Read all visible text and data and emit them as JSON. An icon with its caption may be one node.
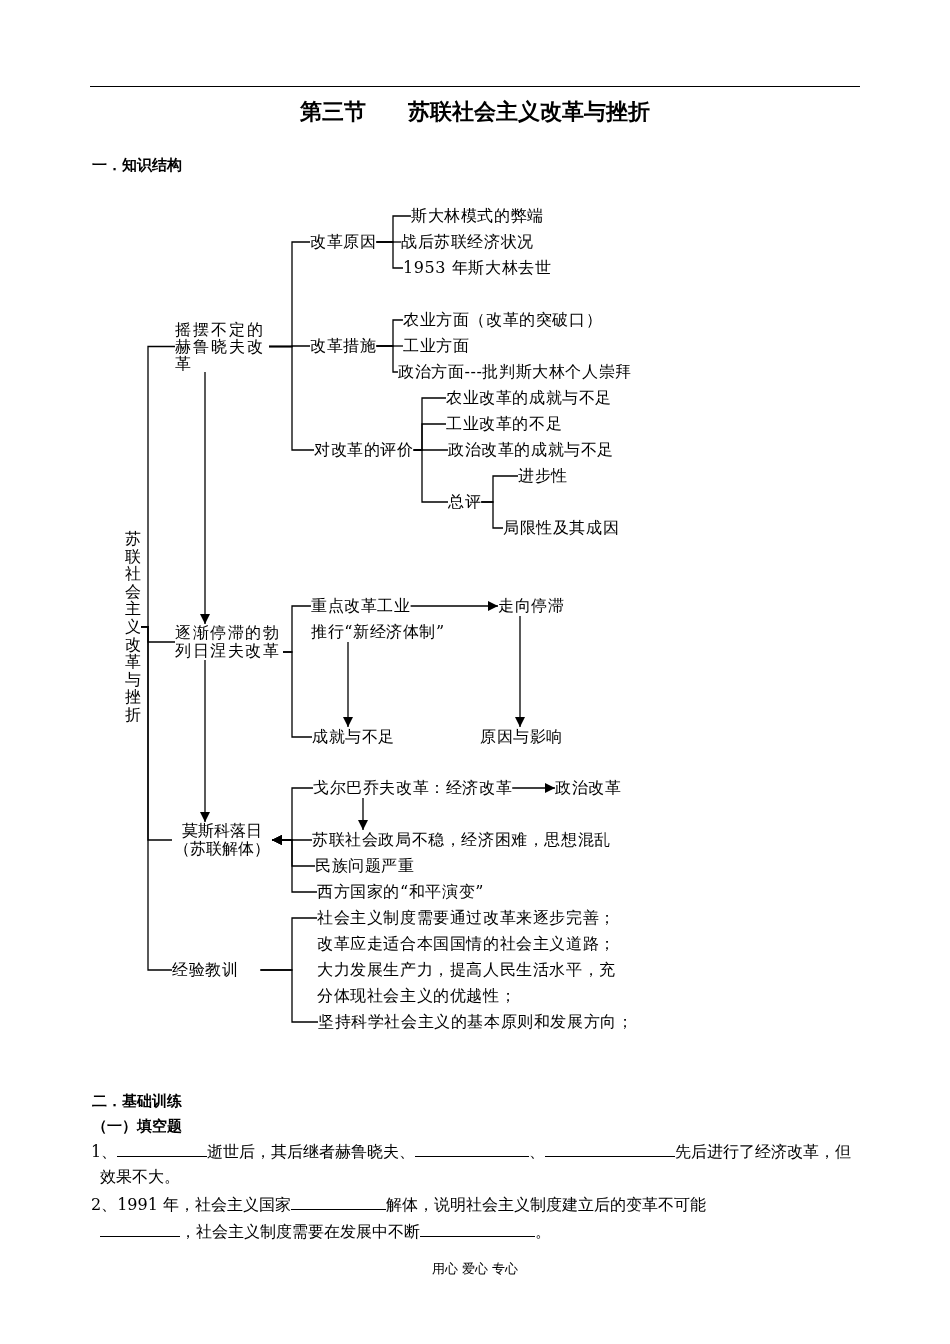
{
  "diagram": {
    "title": "第三节 苏联社会主义改革与挫折",
    "nodes": [
      {
        "text": [
          "苏联社会主义改革与挫折"
        ]
      },
      {
        "text": [
          "摇摆不定的赫鲁晓夫改革"
        ]
      },
      {
        "text": [
          "改革原因"
        ]
      },
      {
        "text": [
          "斯大林模式的弊端"
        ]
      },
      {
        "text": [
          "战后苏联经济状况"
        ]
      },
      {
        "text": [
          "1953 年斯大林去世"
        ]
      },
      {
        "text": [
          "改革措施"
        ]
      },
      {
        "text": [
          "农业方面（改革的突破口）"
        ]
      },
      {
        "text": [
          "工业方面"
        ]
      },
      {
        "text": [
          "政治方面---批判斯大林个人崇拜"
        ]
      },
      {
        "text": [
          "对改革的评价"
        ]
      },
      {
        "text": [
          "农业改革的成就与不足"
        ]
      },
      {
        "text": [
          "工业改革的不足"
        ]
      },
      {
        "text": [
          "政治改革的成就与不足"
        ]
      },
      {
        "text": [
          "总评"
        ]
      },
      {
        "text": [
          "进步性"
        ]
      },
      {
        "text": [
          "局限性及其成因"
        ]
      },
      {
        "text": [
          "逐渐停滞的勃列日涅夫改革"
        ]
      },
      {
        "text": [
          "重点改革工业"
        ]
      },
      {
        "text": [
          "推行“新经济体制”"
        ]
      },
      {
        "text": [
          "走向停滞"
        ]
      },
      {
        "text": [
          "成就与不足"
        ]
      },
      {
        "text": [
          "原因与影响"
        ]
      },
      {
        "text": [
          "莫斯科落日（苏联解体）"
        ]
      },
      {
        "text": [
          "戈尔巴乔夫改革：经济改革"
        ]
      },
      {
        "text": [
          "政治改革"
        ]
      },
      {
        "text": [
          "苏联社会政局不稳，经济困难，思想混乱"
        ]
      },
      {
        "text": [
          "民族问题严重"
        ]
      },
      {
        "text": [
          "西方国家的“和平演变”"
        ]
      },
      {
        "text": [
          "经验教训"
        ]
      },
      {
        "text": [
          "社会主义制度需要通过改革来逐步完善；"
        ]
      },
      {
        "text": [
          "改革应走适合本国国情的社会主义道路；"
        ]
      },
      {
        "text": [
          "大力发展生产力，提高人民生活水平，充分体现社会主义的优越性；"
        ]
      },
      {
        "text": [
          "坚持科学社会主义的基本原则和发展方向；"
        ]
      }
    ],
    "edges": [
      {
        "from": 0,
        "to": 1,
        "arrow": "none"
      },
      {
        "from": 0,
        "to": 17,
        "arrow": "none"
      },
      {
        "from": 0,
        "to": 23,
        "arrow": "none"
      },
      {
        "from": 0,
        "to": 29,
        "arrow": "none"
      },
      {
        "from": 1,
        "to": 2,
        "arrow": "none"
      },
      {
        "from": 1,
        "to": 6,
        "arrow": "none"
      },
      {
        "from": 1,
        "to": 10,
        "arrow": "none"
      },
      {
        "from": 2,
        "to": 3,
        "arrow": "none"
      },
      {
        "from": 2,
        "to": 4,
        "arrow": "none"
      },
      {
        "from": 2,
        "to": 5,
        "arrow": "none"
      },
      {
        "from": 6,
        "to": 7,
        "arrow": "none"
      },
      {
        "from": 6,
        "to": 8,
        "arrow": "none"
      },
      {
        "from": 6,
        "to": 9,
        "arrow": "none"
      },
      {
        "from": 10,
        "to": 11,
        "arrow": "none"
      },
      {
        "from": 10,
        "to": 12,
        "arrow": "none"
      },
      {
        "from": 10,
        "to": 13,
        "arrow": "none"
      },
      {
        "from": 10,
        "to": 14,
        "arrow": "none"
      },
      {
        "from": 14,
        "to": 15,
        "arrow": "none"
      },
      {
        "from": 14,
        "to": 16,
        "arrow": "none"
      },
      {
        "from": 1,
        "to": 17,
        "arrow": "to"
      },
      {
        "from": 17,
        "to": 18,
        "arrow": "none"
      },
      {
        "from": 17,
        "to": 21,
        "arrow": "none"
      },
      {
        "from": 18,
        "to": 20,
        "arrow": "to"
      },
      {
        "from": 19,
        "to": 21,
        "arrow": "to"
      },
      {
        "from": 20,
        "to": 22,
        "arrow": "to"
      },
      {
        "from": 17,
        "to": 23,
        "arrow": "to"
      },
      {
        "from": 24,
        "to": 25,
        "arrow": "to"
      },
      {
        "from": 24,
        "to": 26,
        "arrow": "to"
      },
      {
        "from": 24,
        "to": 23,
        "arrow": "to"
      },
      {
        "from": 26,
        "to": 23,
        "arrow": "to"
      },
      {
        "from": 27,
        "to": 23,
        "arrow": "to"
      },
      {
        "from": 28,
        "to": 23,
        "arrow": "to"
      },
      {
        "from": 29,
        "to": 30,
        "arrow": "none"
      },
      {
        "from": 29,
        "to": 33,
        "arrow": "none"
      }
    ],
    "labels": [
      "一．知识结构",
      "二．基础训练",
      "（一）填空题",
      "1、",
      "逝世后，其后继者赫鲁晓夫、",
      "、",
      "先后进行了经济改革，但",
      "效果不大。",
      "2、1991 年，社会主义国家",
      "解体，说明社会主义制度建立后的变革不可能",
      "，社会主义制度需要在发展中不断",
      "。",
      "用心 爱心 专心"
    ]
  }
}
